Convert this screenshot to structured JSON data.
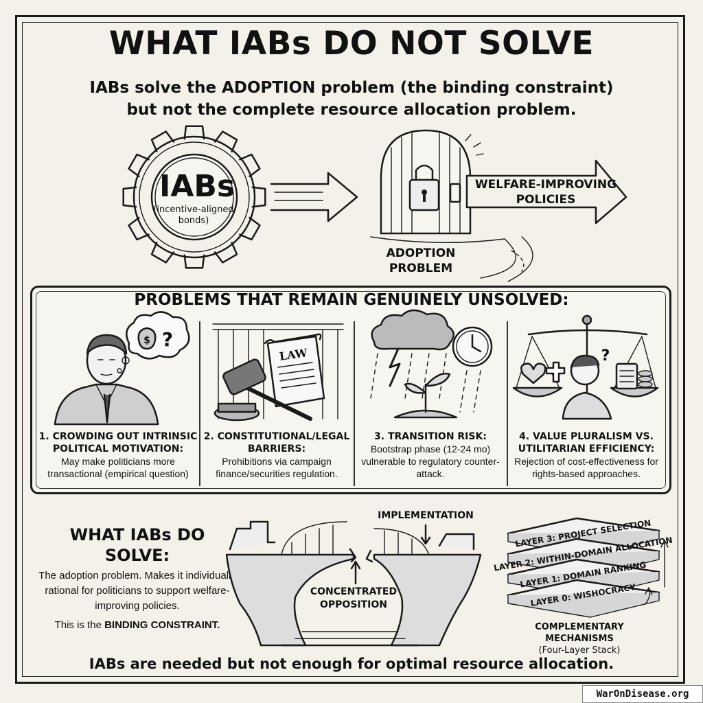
{
  "title": "WHAT IABs DO NOT SOLVE",
  "subtitle": {
    "line1": "IABs solve the ADOPTION problem (the binding constraint)",
    "line2": "but not the complete resource allocation problem."
  },
  "gear": {
    "main": "IABs",
    "sub": "(incentive-aligned bonds)"
  },
  "arrow_label": "WELFARE-IMPROVING POLICIES",
  "gate_label": "ADOPTION PROBLEM",
  "unsolved": {
    "title": "PROBLEMS THAT REMAIN GENUINELY UNSOLVED:",
    "items": [
      {
        "head": "1. CROWDING OUT INTRINSIC POLITICAL MOTIVATION:",
        "body": "May make politicians more transactional (empirical question)"
      },
      {
        "head": "2. CONSTITUTIONAL/LEGAL BARRIERS:",
        "body": "Prohibitions via campaign finance/securities regulation."
      },
      {
        "head": "3. TRANSITION RISK:",
        "body": "Bootstrap phase (12-24 mo) vulnerable to regulatory counter-attack."
      },
      {
        "head": "4. VALUE PLURALISM VS. UTILITARIAN EFFICIENCY:",
        "body": "Rejection of cost-effectiveness for rights-based approaches."
      }
    ]
  },
  "law_scroll": "LAW",
  "solve": {
    "heading": "WHAT IABs DO SOLVE:",
    "body": "The adoption problem. Makes it individually rational for politicians to support welfare-improving policies.",
    "constraint_prefix": "This is the",
    "constraint_bold": "BINDING CONSTRAINT."
  },
  "bridge": {
    "top_label": "IMPLEMENTATION",
    "bottom_label": "CONCENTRATED OPPOSITION"
  },
  "stack": {
    "layers": [
      "LAYER 3: PROJECT SELECTION",
      "LAYER 2: WITHIN-DOMAIN ALLOCATION",
      "LAYER 1: DOMAIN RANKING",
      "LAYER 0: WISHOCRACY"
    ],
    "caption": "COMPLEMENTARY MECHANISMS",
    "caption_sub": "(Four-Layer Stack)"
  },
  "footer": "IABs are needed but not enough for optimal resource allocation.",
  "watermark": "WarOnDisease.org"
}
